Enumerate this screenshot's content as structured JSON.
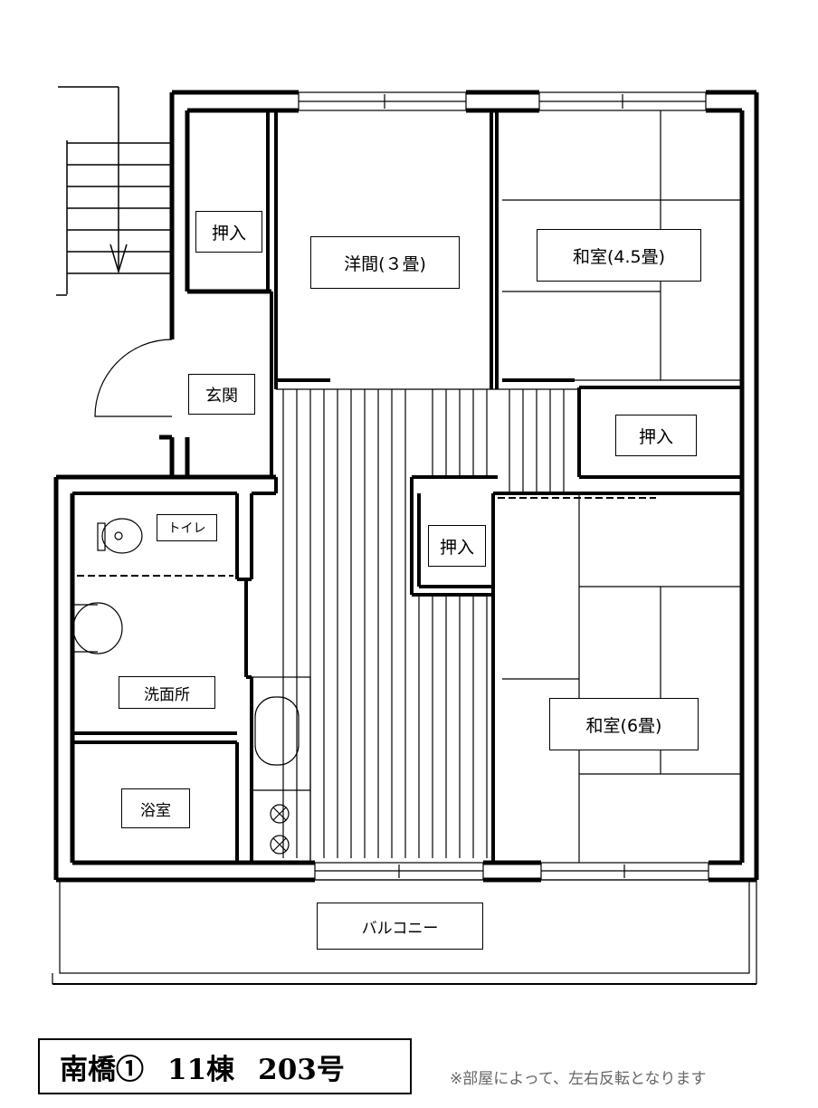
{
  "rooms": {
    "western": "洋間(３畳)",
    "japanese_small": "和室(4.5畳)",
    "japanese_large": "和室(6畳)",
    "closet": "押入",
    "entrance": "玄関",
    "toilet": "トイレ",
    "washroom": "洗面所",
    "bathroom": "浴室",
    "balcony": "バルコニー"
  },
  "caption": {
    "area": "南橋①",
    "building": "11棟",
    "unit": "203号"
  },
  "note": "※部屋によって、左右反転となります"
}
